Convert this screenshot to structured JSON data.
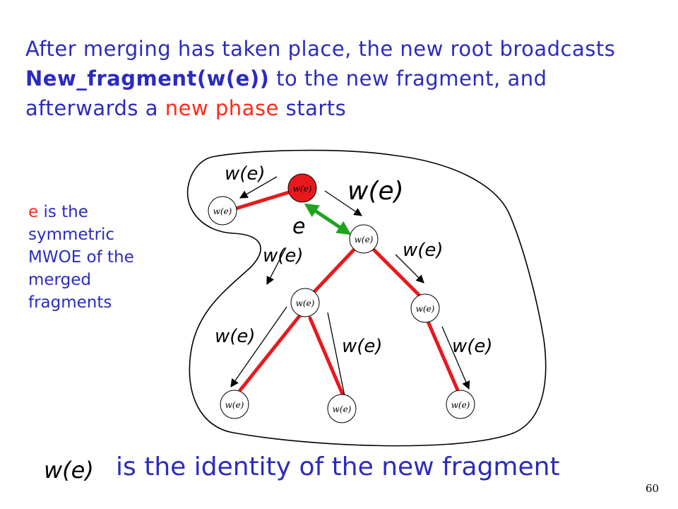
{
  "title": {
    "part1": "After merging has taken place, the new root broadcasts ",
    "bold": "New_fragment(w(e))",
    "part2": " to the new fragment, and afterwards a ",
    "red": "new phase",
    "part3": " starts"
  },
  "side_note": {
    "red": "e",
    "text": " is the symmetric MWOE of the merged fragments"
  },
  "diagram": {
    "node_label": "w(e)",
    "message_label": "w(e)",
    "edge_label": "e",
    "colors": {
      "tree_edge": "#e8191c",
      "mwoe_edge": "#1fa31f",
      "root_fill": "#e8191c",
      "text": "#2b2bbf",
      "highlight": "#ff2a1a"
    }
  },
  "footer": {
    "formula": "w(e)",
    "text": "is the identity of the new fragment"
  },
  "page_number": "60"
}
